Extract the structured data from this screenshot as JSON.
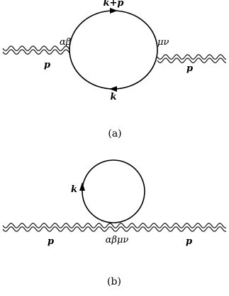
{
  "diagram_a": {
    "top_momentum": "k+p",
    "bottom_momentum": "k",
    "left_vertex": "αβ",
    "right_vertex": "μν",
    "left_external": "p",
    "right_external": "p",
    "caption": "(a)"
  },
  "diagram_b": {
    "loop_momentum": "k",
    "vertex": "αβμν",
    "left_external": "p",
    "right_external": "p",
    "caption": "(b)"
  }
}
